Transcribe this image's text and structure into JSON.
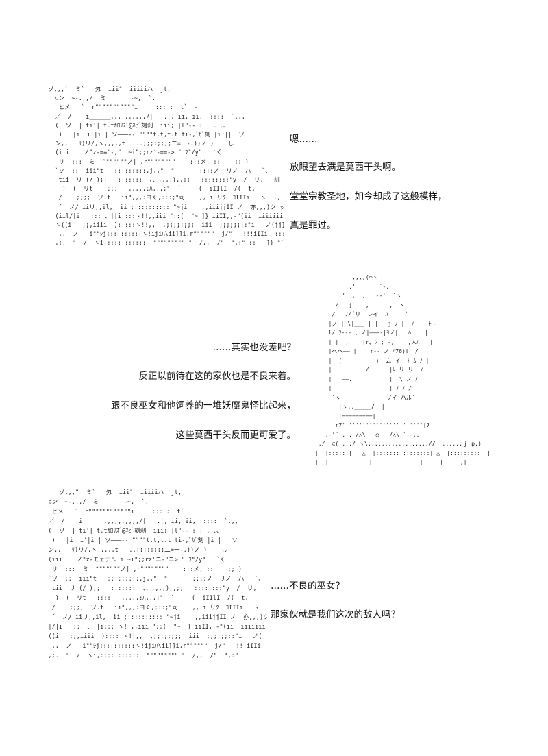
{
  "panel1": {
    "art": "ゾ,,,`  ミ`   匁  iii\"  iiiiiハ  jt,\n  ⊂ン  ~‐.,,/  ミ       ‐~,  `.\n   ヒメ   `  r\"\"\"\"\"\"\"\"\"\"\"i     ::: :  t`  ‐\n  ／  /   |i______,,,,,,,,,,/|  |.|, ii, ii,  ::::  `.,,\n  (  ソ  | ti'| t.tｶﾛﾘｽﾞ@ﾈﾋﾞ刻刹  iii; |l\"-- : : . 、、\n   )   |i  i'|i | ソ―――-- \"\"\"\"t.t,t.t ti-,ﾞｶﾞ刻 |i ||  ソ\n  ン,,   ﾘ)リ/,ヽ,,,,,t   ..;;;;;;;;二=一-.))ノ )    し\n  (iii    ノ\"z-=≡'-,\"i ~i\";;rz'-==-> \" ﾌ\"/y\"   `く\n   リ  :::  ミ  ^\"\"\"\"\"\"ノ| ,r\"\"\"\"\"\"\"\"    :::メ, ::    ;; )\n  `ソ  ::  iii\"t   :::::::::,j,,\"  \"       ::::ノ  リノ  ハ   `、\n   tii  リ (/ );;   :::::::  、、,,,,),,;;   ::::::::\"y  /  リ,   訓\n    )  (  リt   ::::   ,,,,,:ﾊ,,,;\"  ´     (  iIIlI  /(  t,\n   /    ;;;;  ソ.t   ii\",,,:ヨく,:::;\"司    ,,|i リｸ  ｺIIIi   ヽ  ,,  ))\n   ´  ノ/ iiリ;,il,  ii ;:::::::::: \"~ji    ,,iiijjII ノ  亦,,,)ツ ッ (\n  (iil/|i   ::: 、||i::::ヽ!!,,iii \"::(  \"~ ]} iiII,,-\"(ii  iiiiiii ツ  /    \"\n  ヽ((i   ;;,iiii  ):::::ヽ!!,,  ,;;;;;;;;  iii  ;;;;;;::\"i   ノ(jj}}  ijjjj,   ::.、)\n   ,,  ノ   i\"\"ｼj;:::::::::ヽ!ijiﾊ\\ii]]i,r\"\"\"\"\"\"  j/\"   !!!iIIi  :::  i (\n  ,;.  \"  /  ヽi,:::::::::::  \"\"\"\"\"\"\"\"\" \"  /,,  /\"  \",:\" ::   ]} \"` 、",
    "lines": [
      "嗯……",
      "放眼望去满是莫西干头啊。",
      "堂堂宗教圣地，如今却成了这般模样，",
      "真是罪过。"
    ]
  },
  "panel2": {
    "art": "              ,,,,(⌒ヽ\n            ,.'       `-.\n          ,'  ,  ,   -‐'  `ヽ\n         /   j    ,      ,  ヽ\n        /   ﾉ/´リ  レイ  ﾊ     `\n       |ノ | \\|___ | |   j ﾉ |  ﾉ    ト-\n       l/ ﾌ-‐- 、ノ|―――‐|ﾖノ|   ﾊ    |\n       | |  ,    |r、ﾝ ; ‐,    ,人ﾊ   |\n       |ヘヘ―― |    r‐‐ ノ ﾊ76)ﾘ  /\n       |  (          )  ム イ  ﾄ ﾑ ﾉ |\n       |          /      |ﾚ リ リ  ﾉ\n       |   ――.           |  \\ ノ ﾉ\n       |                 | ﾉ ﾉ /\n        `ヽ              /イ ハル´\n          |ヽ,,_____/  |\n          |=========|\n         r7''''''''''''''''''''''''|7\n      ,-'¨ ,-. /△\\   ○   /△\\ `‐-,,\n    ,/  ⊂( .::/ ヽ\\:.:.:.:.:.:.:.:.:.//  ::...:ｊ p.)\n   |  |::::::|   △  |::::::::::::::::| △  |:::::::::  |\n   |__|_____|______|______________|_____|_____,|",
    "lines": [
      "……其实也没差吧？",
      "反正以前待在这的家伙也是不良来着。",
      "跟不良巫女和他饲养的一堆妖魔鬼怪比起来，",
      "这些莫西干头反而更可爱了。"
    ]
  },
  "panel3": {
    "art": "     ゾ,,,\"  ミ`   匁  iii\"  iiiiiハ  jt,\n  ⊂ン  ~‐.,,/  ミ       ‐~,  `.\n   ヒメ   `  r\"\"\"\"\"\"\"\"\"\"\"\"i     ::: :  t`\n  ／  /   |i______,,,,,,,,,,/|  |.|, ii, ii,  ::::  `.,,\n  (  ソ  | ti'| t.tｶﾛﾘｽﾞ@ﾈﾋﾞ刻刹  iii; |l\"-- : : . 、、\n   )   |i  i'|i | ソ―――-- \"\"\"\"t.t,t.t ti-,ﾞｶﾞ刻 |i ||  ソ\n  ン,,   ﾘ)リ/,ヽ,,,,,t   ..;;;;;;;;二=一-.))ノ )    し\n  (iii    ノ\"z-モェテ\"、i ~i\";;rz'ニ-\"ニ> \" ﾌ\"/y\"   `く\n   リ  :::  ミ  ^\"\"\"\"\"\"ノ| ,r\"\"\"\"\"\"\"\"    :::メ, ::    ;; )\n  `ソ  ::  iii\"t   :::::::::,j,,\"  \"       ::::ノ  リノ  ハ   `、\n   tii  リ (/ );;   :::::::  、、,,,,),,;;   ::::::::\"y  /  リ,   訓\n    )  (  リt   ::::   ,,,,,:ﾊ,,,;\"  ´     (  iIIlI  /(  t,\n   /    ;;;;  ソ.t   ii\",,,:ヨく,:::;\"司    ,,|i リｸ  ｺIIIi   ヽ  ,,\n   ´  ノ/ iiリ;,il,  ii ;:::::::::: \"~ji    ,,iiijjII ノ  亦,,,)ツ ッ\n  |/|i   ::: 、||i::::ヽ!!,,iii \"::(  \"~ ]} iiII,,-\"(ii  iiiiiii ツ  /\n  ((i   ;;,iiii  ):::::ヽ!!,,  ,;;;;;;;;  iii  ;;;;;;::\"i   ノ(jj}}  ijjjj,\n   ,,  ノ   i\"\"ｼj;:::::::::ヽ!ijiﾊ\\ii]]i,r\"\"\"\"\"\"  j/\"   !!!iIIi  :\n  ,;.  \"  /  ヽi,:::::::::::  \"\"\"\"\"\"\"\"\" \"  /,,  /\"  \",:\"",
    "lines": [
      "……不良的巫女？",
      "那家伙就是我们这次的敌人吗？"
    ]
  }
}
